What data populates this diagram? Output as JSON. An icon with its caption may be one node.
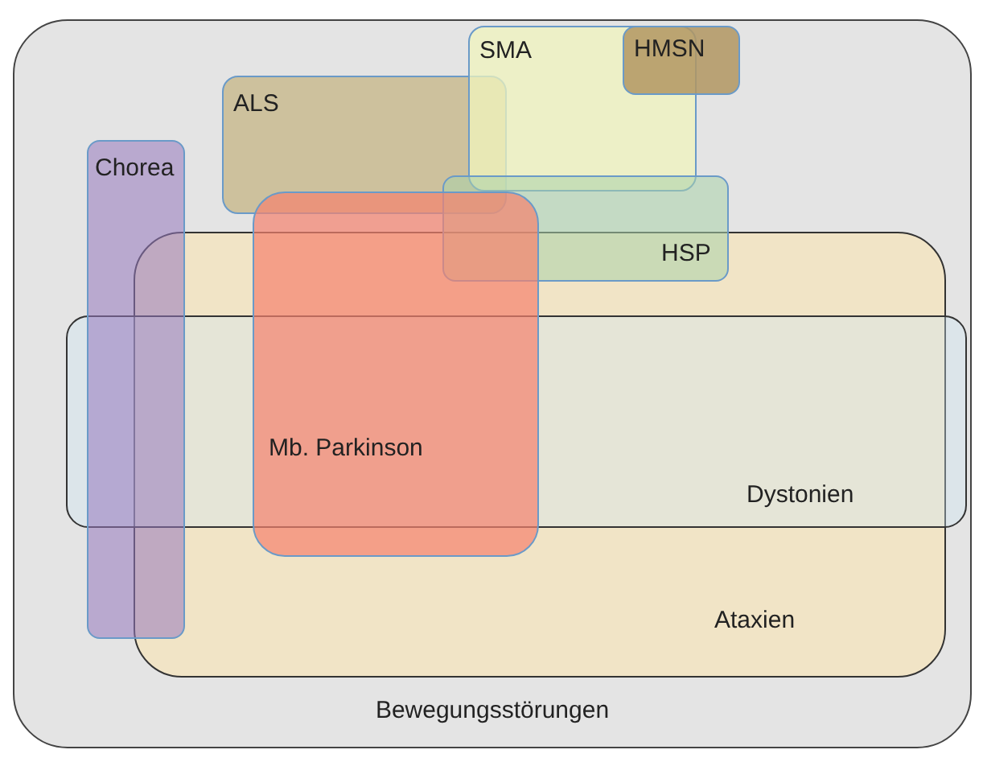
{
  "diagram": {
    "nodes": [
      {
        "text": [
          "Bewegungsstörungen"
        ]
      },
      {
        "text": [
          "SMA"
        ],
        "in": 0
      },
      {
        "text": [
          "HMSN"
        ],
        "in": 0
      },
      {
        "text": [
          "ALS"
        ],
        "in": 0
      },
      {
        "text": [
          "Chorea"
        ],
        "in": 0
      },
      {
        "text": [
          "HSP"
        ],
        "in": 0
      },
      {
        "text": [
          "Mb. Parkinson"
        ],
        "in": 0
      },
      {
        "text": [
          "Dystonien"
        ],
        "in": 0
      },
      {
        "text": [
          "Ataxien"
        ],
        "in": 0
      }
    ]
  }
}
